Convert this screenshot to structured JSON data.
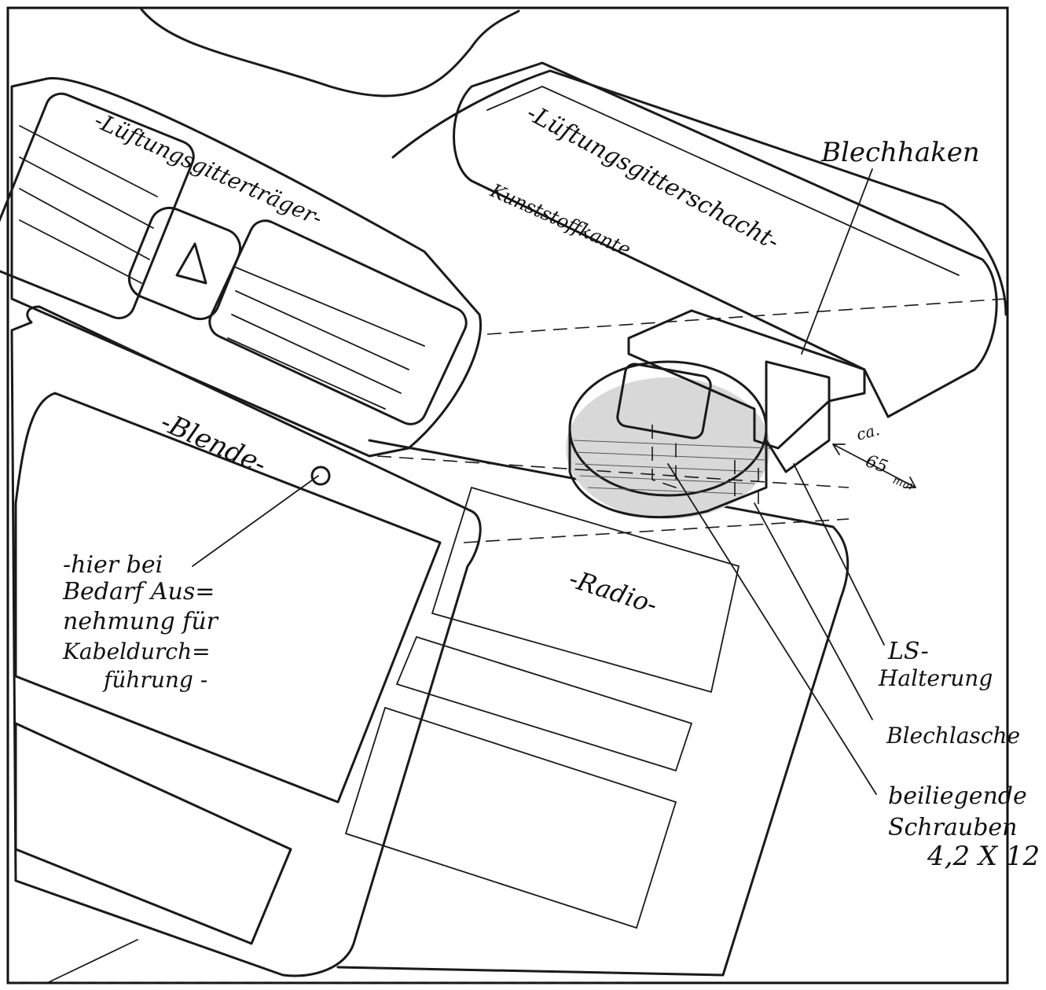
{
  "labels": {
    "vent_grille_carrier": "-Lüftungsgitterträger-",
    "vent_grille_shaft": "-Lüftungsgitterschacht-",
    "plastic_edge": "-Kunststoffkante",
    "sheet_hook": "Blechhaken",
    "trim_panel": "-Blende-",
    "radio": "-Radio-",
    "approx": "ca.",
    "approx_value": "65",
    "approx_unit": "mm",
    "note_line1": "-hier bei",
    "note_line2": "Bedarf Aus=",
    "note_line3": "nehmung für",
    "note_line4": "Kabeldurch=",
    "note_line5": "führung -",
    "ls_line1": "LS-",
    "ls_line2": "Halterung",
    "sheet_tab": "Blechlasche",
    "screws_line1": "beiliegende",
    "screws_line2": "Schrauben",
    "screws_size": "4,2 X 12"
  }
}
